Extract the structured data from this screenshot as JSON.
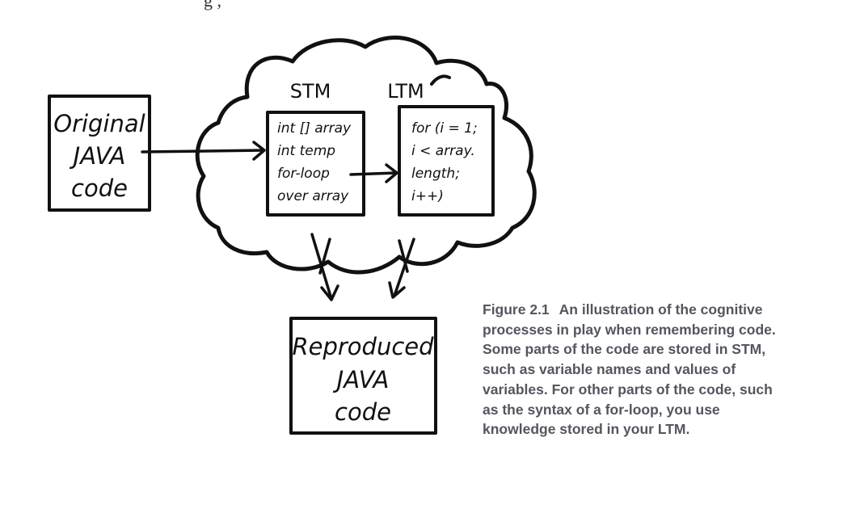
{
  "top_fragment": "g ,",
  "diagram": {
    "original_box": {
      "lines": [
        "Original",
        "JAVA",
        "code"
      ]
    },
    "cloud": {
      "stm_heading": "STM",
      "ltm_heading": "LTM",
      "stm_lines": [
        "int [] array",
        "int temp",
        "for-loop",
        "over array"
      ],
      "ltm_lines": [
        "for (i = 1;",
        "i < array.",
        "length;",
        "i++)"
      ]
    },
    "reproduced_box": {
      "lines": [
        "Reproduced",
        "JAVA",
        "code"
      ]
    }
  },
  "caption": {
    "figure_label": "Figure 2.1",
    "lines": [
      "An illustration of the cognitive",
      "processes in play when remembering code.",
      "Some parts of the code are stored in STM,",
      "such as variable names and values of",
      "variables. For other parts of the code, such",
      "as the syntax of a for-loop, you use",
      "knowledge stored in your LTM."
    ]
  },
  "colors": {
    "ink": "#111111",
    "caption_text": "#555560"
  }
}
